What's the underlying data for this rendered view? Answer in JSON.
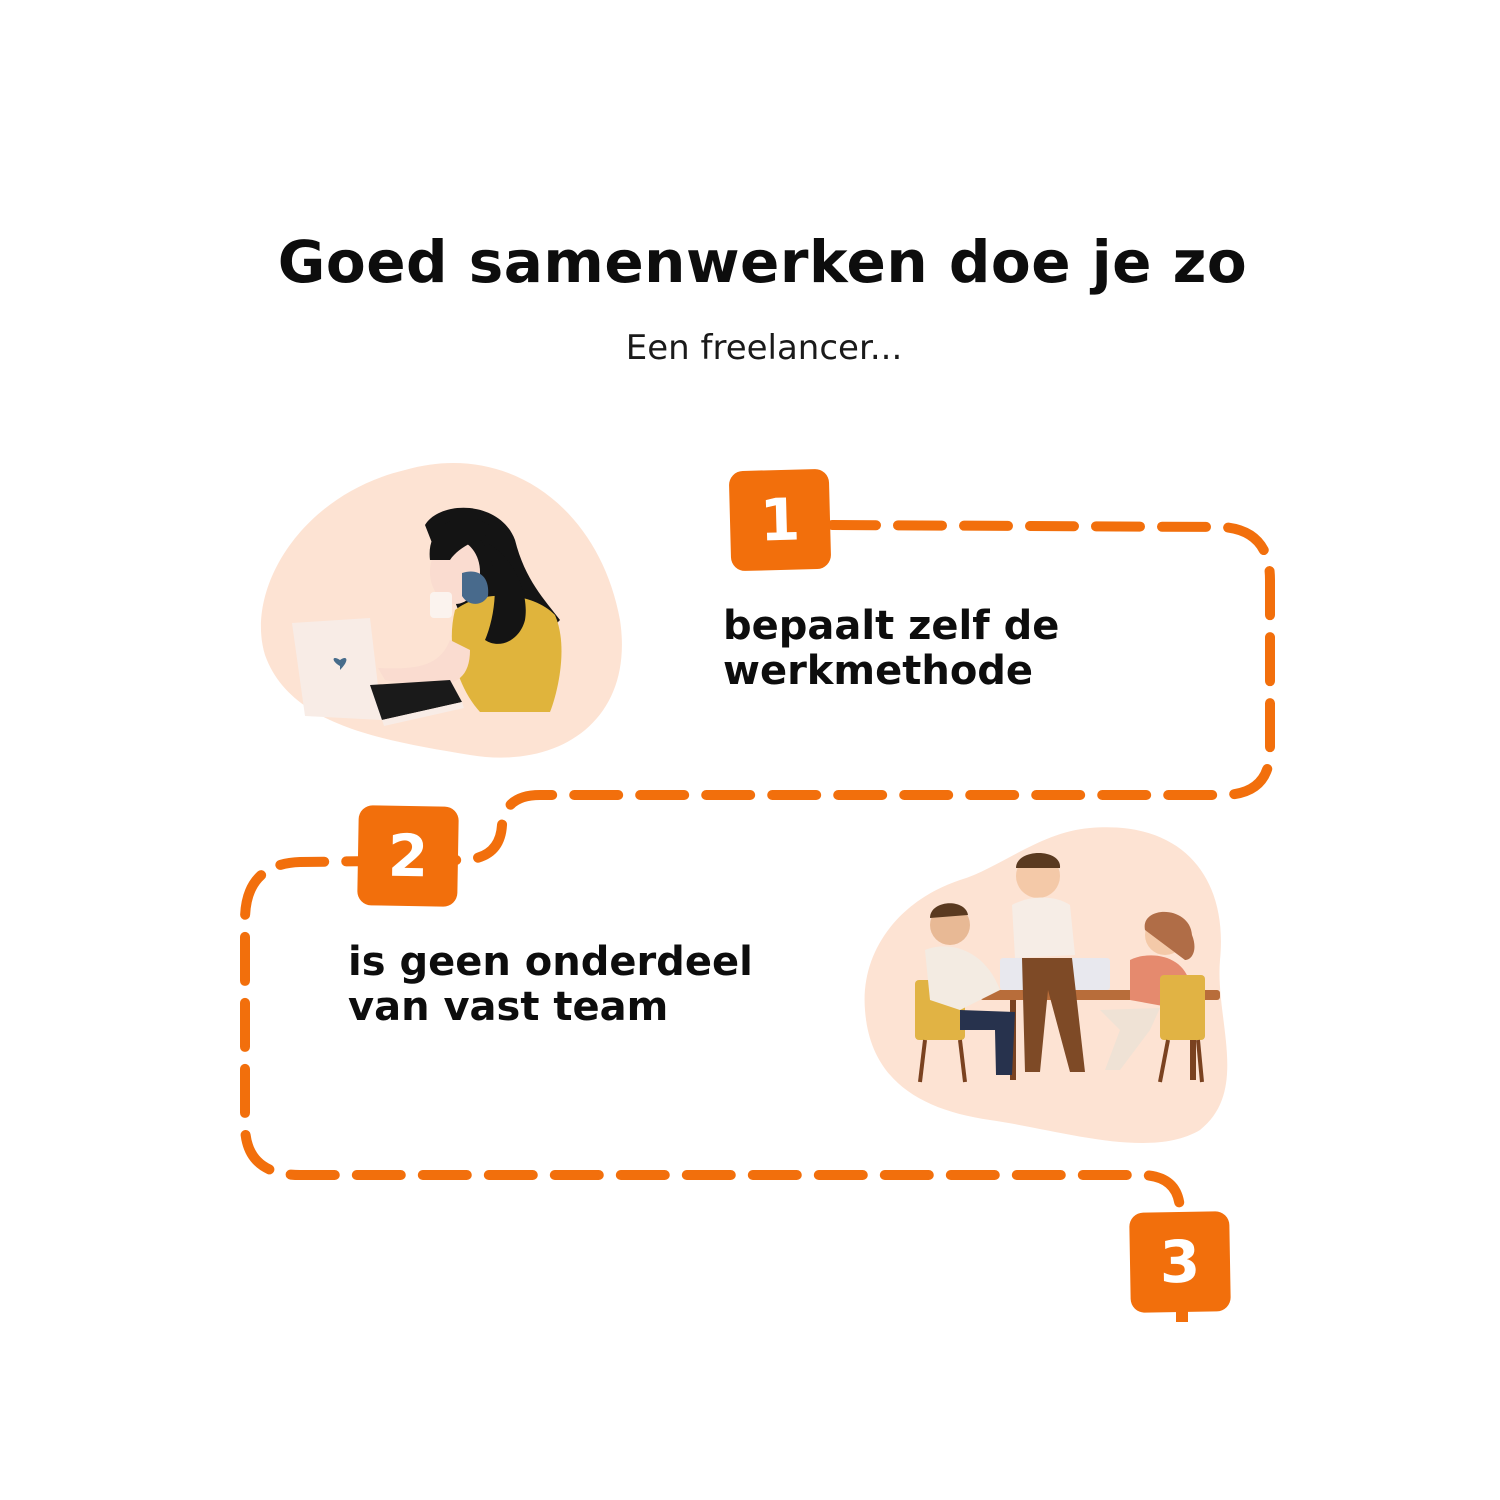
{
  "title": "Goed samenwerken doe je zo",
  "subtitle": "Een freelancer...",
  "steps": [
    {
      "number": "1",
      "lines": [
        "bepaalt zelf de",
        "werkmethode"
      ]
    },
    {
      "number": "2",
      "lines": [
        "is geen onderdeel",
        "van vast team"
      ]
    },
    {
      "number": "3"
    }
  ],
  "colors": {
    "accent": "#f26f0c",
    "blob": "#fde3d3",
    "text": "#0d0d0d"
  },
  "illustrations": [
    "woman-laptop-coffee-illustration",
    "team-meeting-illustration"
  ]
}
